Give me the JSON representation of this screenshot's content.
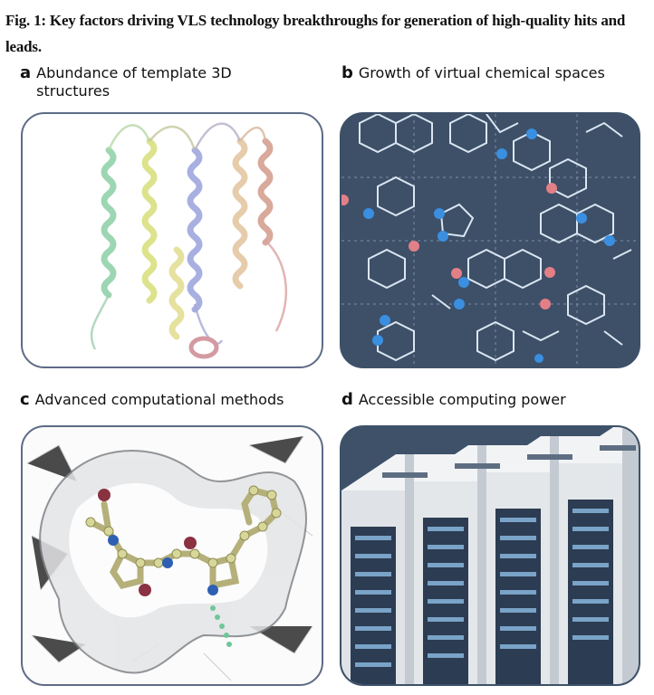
{
  "figure": {
    "title": "Fig. 1: Key factors driving VLS technology breakthroughs for generation of high-quality hits and leads."
  },
  "panels": [
    {
      "letter": "a",
      "label": "Abundance of template 3D structures",
      "image": "protein-ribbon-structure"
    },
    {
      "letter": "b",
      "label": "Growth of virtual chemical spaces",
      "image": "chemical-structures-grid"
    },
    {
      "letter": "c",
      "label": "Advanced computational methods",
      "image": "ligand-docking-pocket"
    },
    {
      "letter": "d",
      "label": "Accessible computing power",
      "image": "server-rack-cabinets"
    }
  ],
  "colors": {
    "frame": "#5d6b86",
    "chem_bg": "#3d5068",
    "chem_line": "#dbe6f2",
    "atom_blue": "#3a8fe0",
    "atom_red": "#e37f86",
    "server_body": "#e9ecef",
    "server_bg": "#3e5169"
  }
}
